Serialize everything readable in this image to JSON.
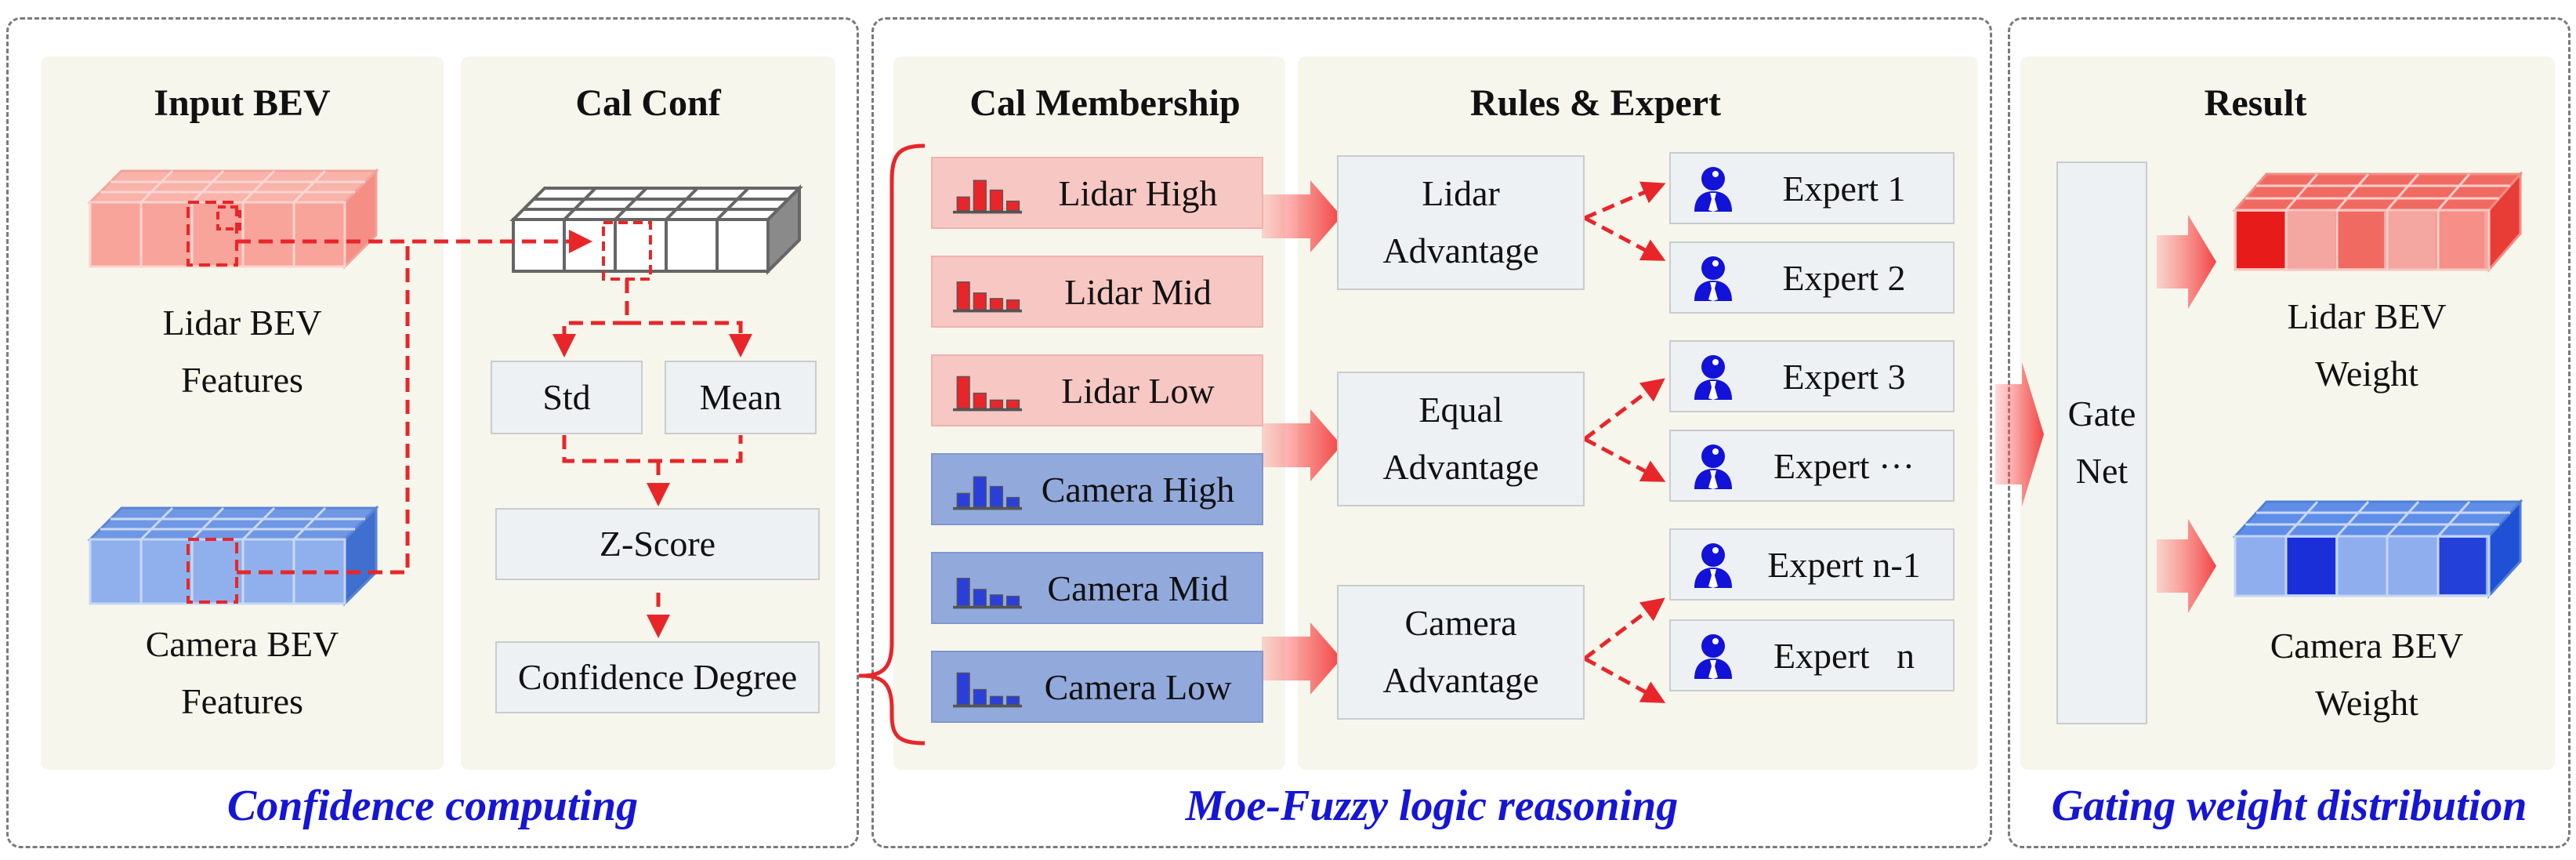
{
  "sections": {
    "confidence": {
      "caption": "Confidence computing"
    },
    "fuzzy": {
      "caption": "Moe-Fuzzy logic reasoning"
    },
    "gating": {
      "caption": "Gating weight distribution"
    }
  },
  "input_bev": {
    "title": "Input BEV",
    "lidar_label": [
      "Lidar BEV",
      "Features"
    ],
    "camera_label": [
      "Camera BEV",
      "Features"
    ]
  },
  "cal_conf": {
    "title": "Cal Conf",
    "std": "Std",
    "mean": "Mean",
    "zscore": "Z-Score",
    "confidence": "Confidence Degree"
  },
  "membership": {
    "title": "Cal Membership",
    "items": [
      {
        "label": "Lidar High",
        "color": "red",
        "icon": "bar-high-icon"
      },
      {
        "label": "Lidar Mid",
        "color": "red",
        "icon": "bar-mid-icon"
      },
      {
        "label": "Lidar Low",
        "color": "red",
        "icon": "bar-low-icon"
      },
      {
        "label": "Camera High",
        "color": "blue",
        "icon": "bar-high-icon"
      },
      {
        "label": "Camera Mid",
        "color": "blue",
        "icon": "bar-mid-icon"
      },
      {
        "label": "Camera Low",
        "color": "blue",
        "icon": "bar-low-icon"
      }
    ]
  },
  "rules": {
    "title": "Rules & Expert",
    "advantages": [
      [
        "Lidar",
        "Advantage"
      ],
      [
        "Equal",
        "Advantage"
      ],
      [
        "Camera",
        "Advantage"
      ]
    ],
    "experts": [
      "Expert 1",
      "Expert 2",
      "Expert 3",
      "Expert ···",
      "Expert n-1",
      "Expert   n"
    ]
  },
  "result": {
    "title": "Result",
    "gate": [
      "Gate",
      "Net"
    ],
    "lidar_label": [
      "Lidar BEV",
      "Weight"
    ],
    "camera_label": [
      "Camera BEV",
      "Weight"
    ]
  },
  "colors": {
    "accent_red": "#e8262a",
    "caption_blue": "#1515d6",
    "lidar_fill": "#f4978e",
    "camera_fill": "#4f7fd6",
    "expert_icon": "#1212d8"
  }
}
